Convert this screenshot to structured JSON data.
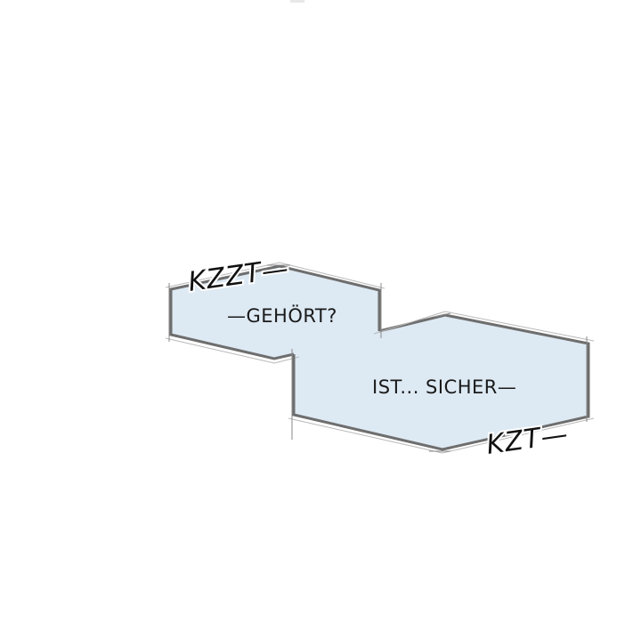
{
  "panel": {
    "background_color": "#ffffff",
    "bubble_color": "#dde9f3",
    "bubble_border_color": "#6e6e6e"
  },
  "sound_effects": {
    "first": "KZZT—",
    "second": "KZT—"
  },
  "dialogue": {
    "left_bubble": "—GEHÖRT?",
    "right_bubble": "IST... SICHER—"
  }
}
